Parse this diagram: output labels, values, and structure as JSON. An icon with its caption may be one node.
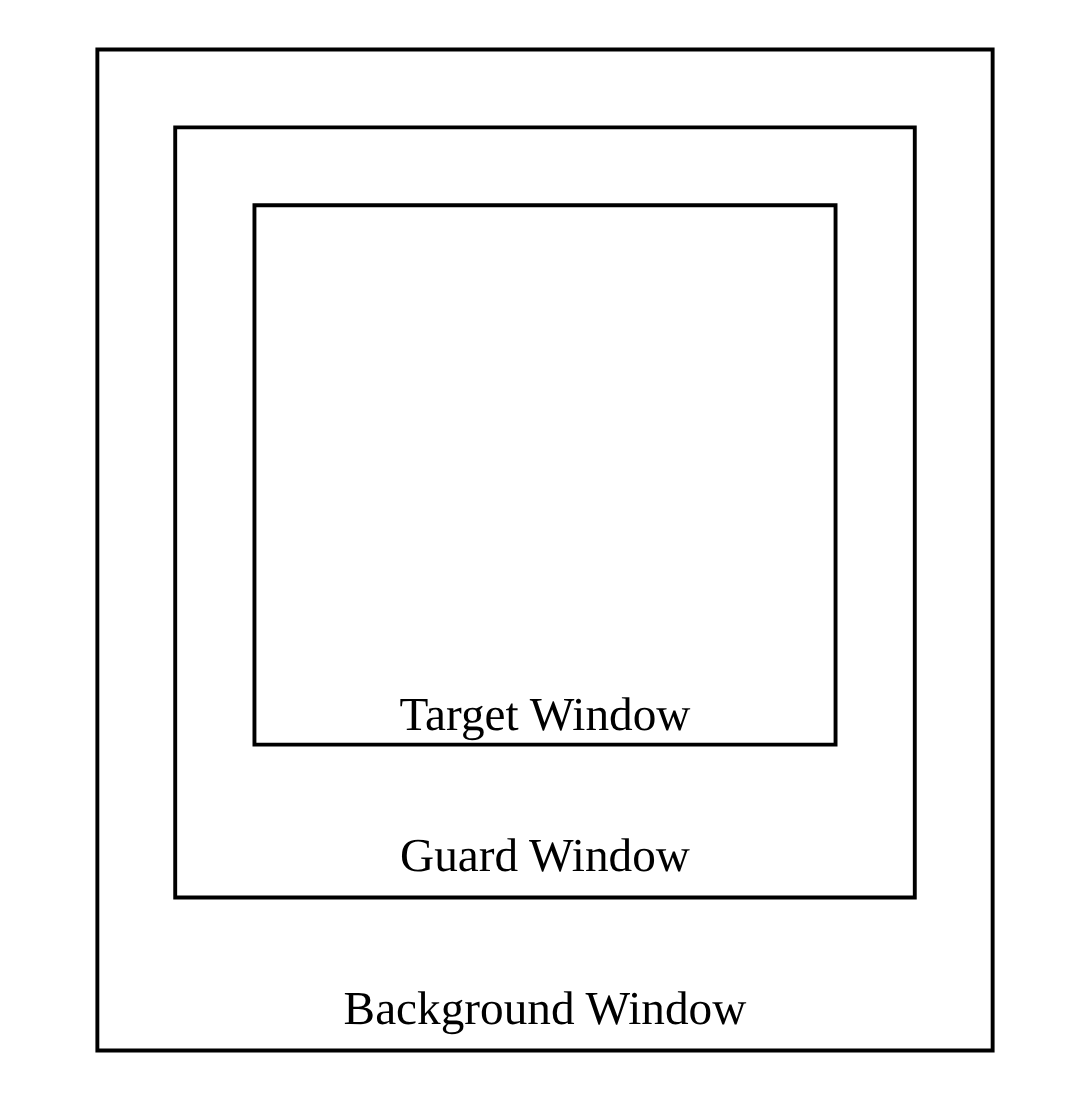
{
  "diagram": {
    "nodes": [
      {
        "text": [
          "Background Window"
        ]
      },
      {
        "text": [
          "Guard Window"
        ],
        "in": 0
      },
      {
        "text": [
          "Target Window"
        ],
        "in": 1
      }
    ]
  }
}
